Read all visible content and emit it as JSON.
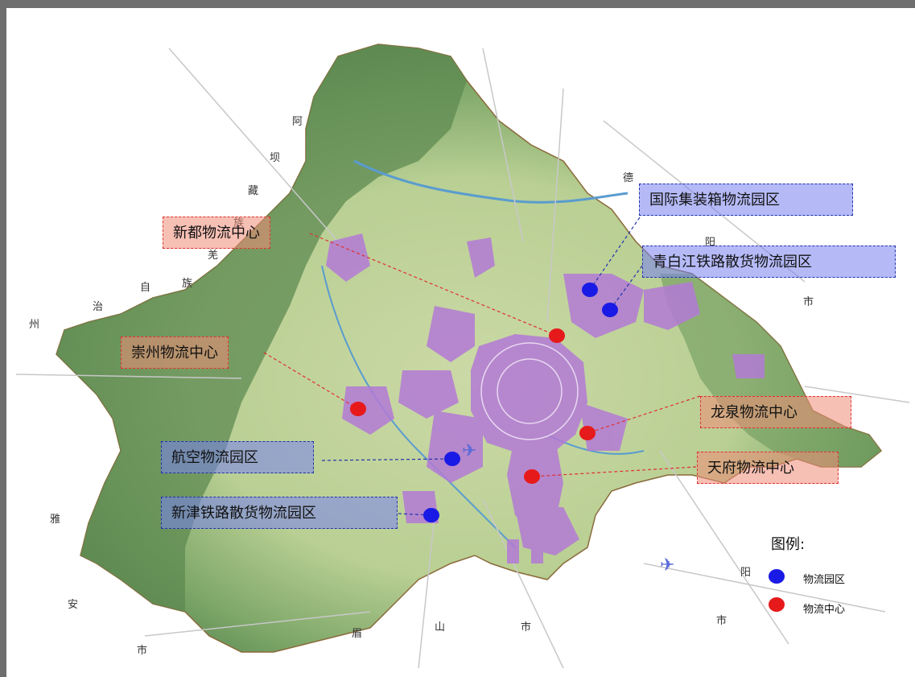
{
  "labels": {
    "xindu": "新都物流中心",
    "chongzhou": "崇州物流中心",
    "hangkong": "航空物流园区",
    "xinjin": "新津铁路散货物流园区",
    "guoji": "国际集装箱物流园区",
    "qingbaijiang": "青白江铁路散货物流园区",
    "longquan": "龙泉物流中心",
    "tianfu": "天府物流中心"
  },
  "legend": {
    "title": "图例:",
    "park": "物流园区",
    "center": "物流中心"
  },
  "places": [
    "阿",
    "坝",
    "藏",
    "族",
    "羌",
    "自",
    "治",
    "州",
    "族",
    "德",
    "阳",
    "市",
    "雅",
    "安",
    "市",
    "眉",
    "山",
    "市",
    "阳",
    "市"
  ],
  "colors": {
    "park_dot": "#1a1ae6",
    "center_dot": "#e61a1a",
    "center_leader": "#e03030",
    "park_leader": "#2233aa"
  },
  "icons": [
    "airport-icon"
  ]
}
